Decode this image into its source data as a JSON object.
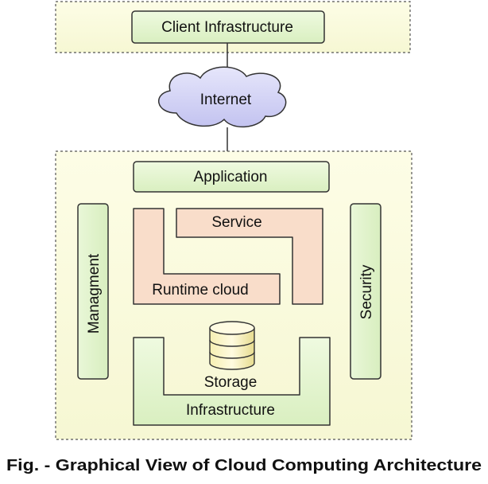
{
  "diagram": {
    "client_infrastructure": "Client Infrastructure",
    "internet": "Internet",
    "application": "Application",
    "service": "Service",
    "runtime_cloud": "Runtime cloud",
    "management": "Managment",
    "security": "Security",
    "storage": "Storage",
    "infrastructure": "Infrastructure"
  },
  "caption": "Fig. - Graphical View of Cloud Computing Architecture",
  "colors": {
    "frame_fill": "#fbfbdc",
    "green_box": "#e4f4cf",
    "orange_box": "#f9ddca",
    "cloud_fill": "#d4d4f7",
    "stroke": "#333333"
  }
}
